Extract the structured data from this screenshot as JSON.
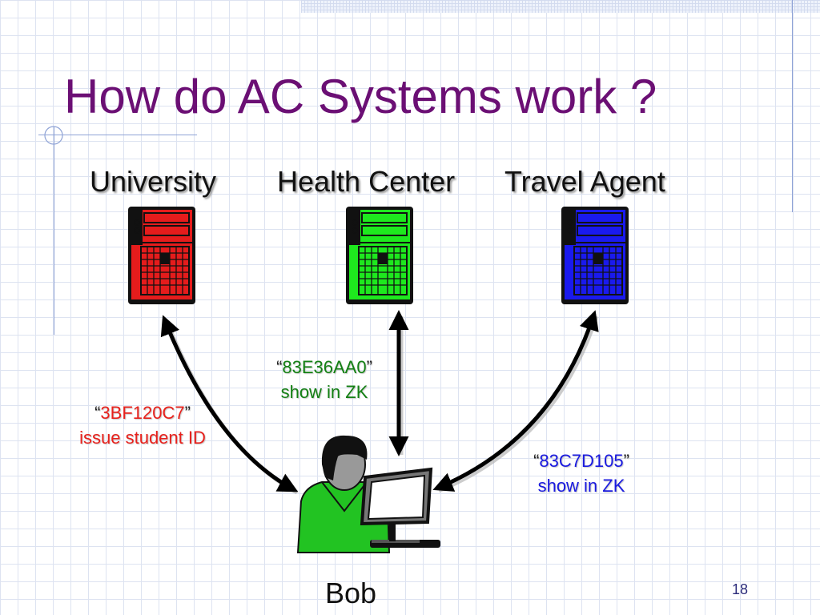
{
  "slide": {
    "title": "How do AC Systems work ?",
    "page_number": "18"
  },
  "organizations": [
    {
      "name": "University",
      "color": "#e51c1c"
    },
    {
      "name": "Health Center",
      "color": "#1ee81e"
    },
    {
      "name": "Travel Agent",
      "color": "#1a1aee"
    }
  ],
  "credentials": [
    {
      "id_text": "3BF120C7",
      "open_quote": "“",
      "close_quote": "”",
      "caption": "issue student ID",
      "color": "#e8211c"
    },
    {
      "id_text": "83E36AA0",
      "open_quote": "“",
      "close_quote": "”",
      "caption": "show in ZK",
      "color": "#138013"
    },
    {
      "id_text": "83C7D105",
      "open_quote": "“",
      "close_quote": "”",
      "caption": "show in ZK",
      "color": "#1a1ae0"
    }
  ],
  "user": {
    "name": "Bob",
    "shirt_color": "#22c322"
  },
  "icons": {
    "server": "server-tower-icon",
    "user": "person-at-computer-icon",
    "connection": "double-headed-arrow"
  }
}
